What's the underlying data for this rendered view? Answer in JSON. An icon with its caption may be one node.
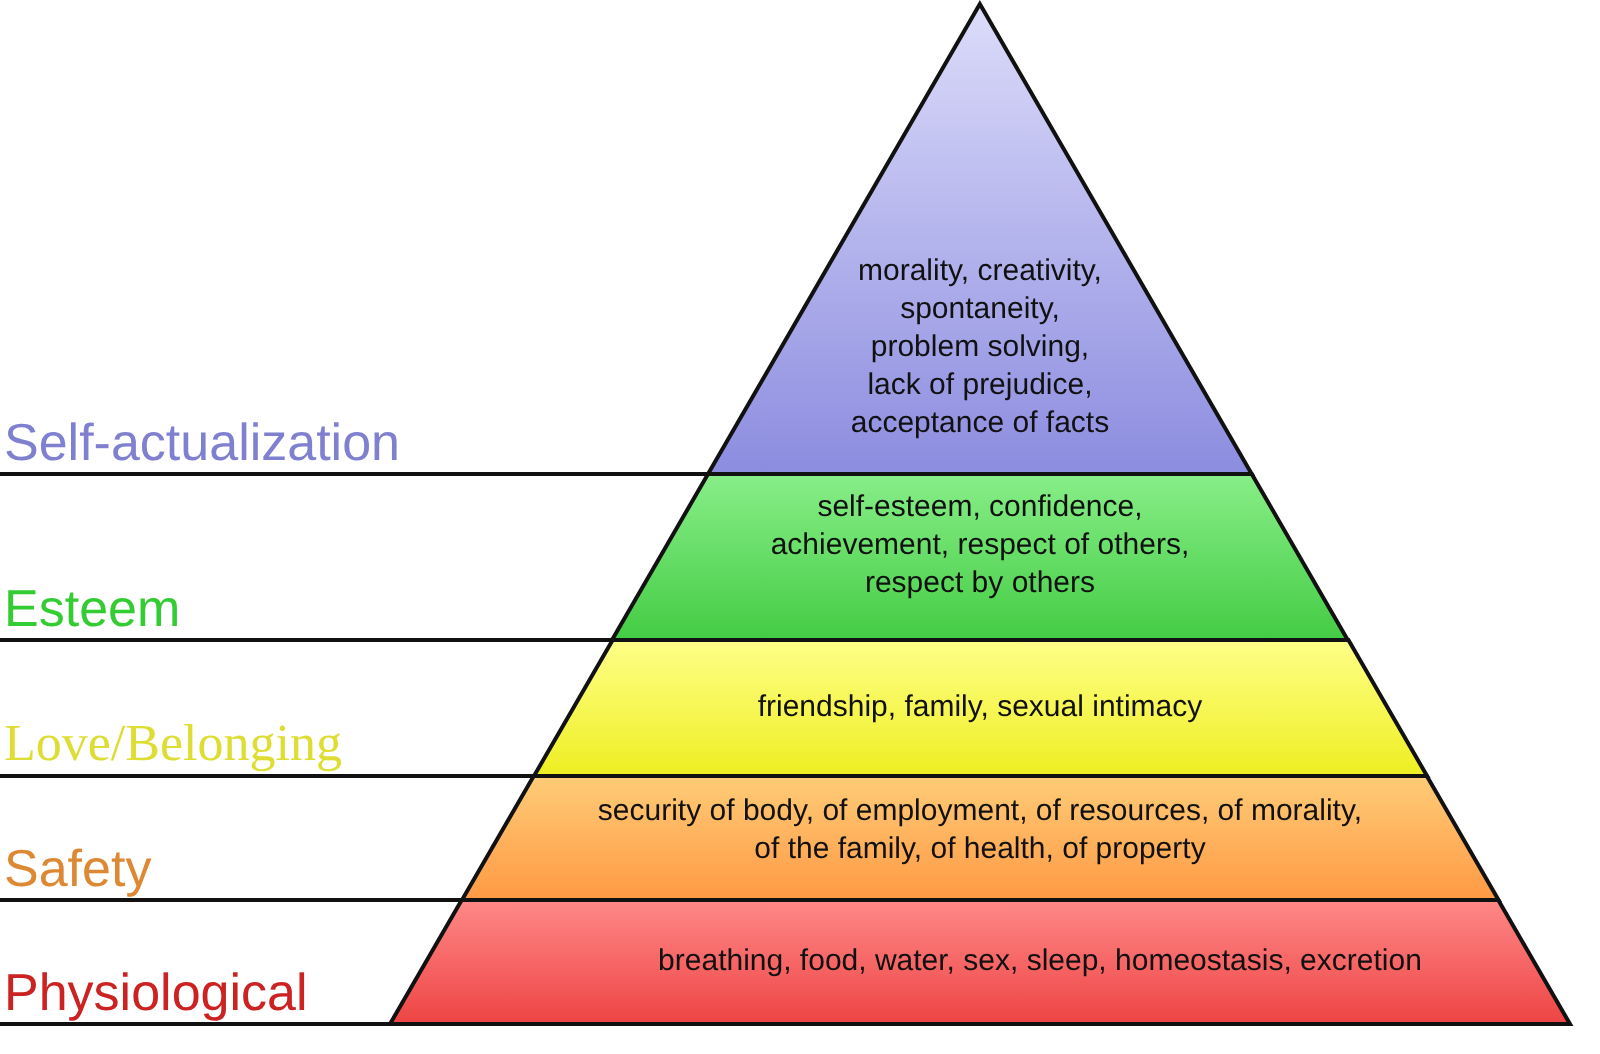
{
  "diagram": {
    "nodes": [
      {
        "text": [
          "morality, creativity, spontaneity, problem solving, lack of prejudice, acceptance of facts"
        ]
      },
      {
        "text": [
          "self-esteem, confidence, achievement, respect of others, respect by others"
        ]
      },
      {
        "text": [
          "friendship, family, sexual intimacy"
        ]
      },
      {
        "text": [
          "security of body, of employment, of resources, of morality, of the family, of health, of property"
        ]
      },
      {
        "text": [
          "breathing, food, water, sex, sleep, homeostasis, excretion"
        ]
      },
      {
        "text": [
          "Self-actualization"
        ]
      },
      {
        "text": [
          "Esteem"
        ]
      },
      {
        "text": [
          "Love/Belonging"
        ]
      },
      {
        "text": [
          "Safety"
        ]
      },
      {
        "text": [
          "Physiological"
        ]
      }
    ],
    "edges": [
      {
        "from": 5,
        "to": 0,
        "arrow": "none"
      },
      {
        "from": 6,
        "to": 1,
        "arrow": "none"
      },
      {
        "from": 7,
        "to": 2,
        "arrow": "none"
      },
      {
        "from": 8,
        "to": 3,
        "arrow": "none"
      },
      {
        "from": 9,
        "to": 4,
        "arrow": "none"
      }
    ]
  }
}
